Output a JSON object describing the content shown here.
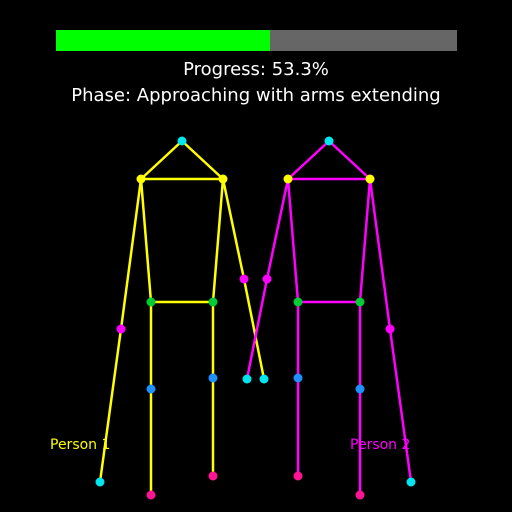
{
  "progress": {
    "value_percent": 53.3,
    "text": "Progress: 53.3%",
    "fill_color": "#00ff00",
    "track_color": "#666666"
  },
  "phase": {
    "text": "Phase: Approaching with arms extending"
  },
  "people": [
    {
      "label": "Person 1",
      "color": "#ffff00"
    },
    {
      "label": "Person 2",
      "color": "#ff00ff"
    }
  ],
  "joint_colors": {
    "head": "#00e5ee",
    "shoulder": "#ffff00",
    "elbow": "#ff00ff",
    "hand": "#00e5ee",
    "hip": "#00cc33",
    "knee": "#1e90ff",
    "foot": "#ff1493"
  }
}
